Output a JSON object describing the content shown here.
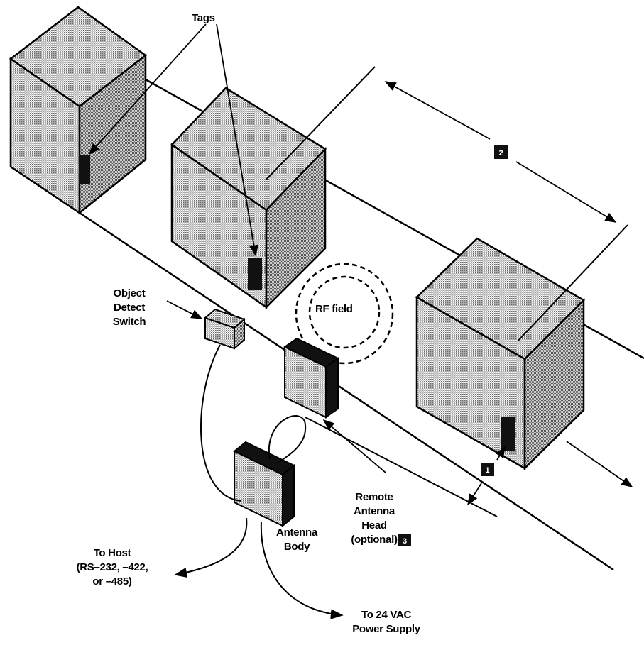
{
  "labels": {
    "tags": "Tags",
    "object_detect_switch": [
      "Object",
      "Detect",
      "Switch"
    ],
    "rf_field": "RF field",
    "remote_antenna_head": [
      "Remote",
      "Antenna",
      "Head",
      "(optional)"
    ],
    "antenna_body": [
      "Antenna",
      "Body"
    ],
    "to_host": [
      "To Host",
      "(RS–232, –422,",
      "or –485)"
    ],
    "to_power": [
      "To 24 VAC",
      "Power Supply"
    ]
  },
  "callouts": {
    "one": "1",
    "two": "2",
    "three": "3"
  },
  "colors": {
    "ink": "#000000",
    "paper": "#ffffff",
    "dot_light": "#d8d8d8",
    "dot_dark": "#9a9a9a"
  }
}
